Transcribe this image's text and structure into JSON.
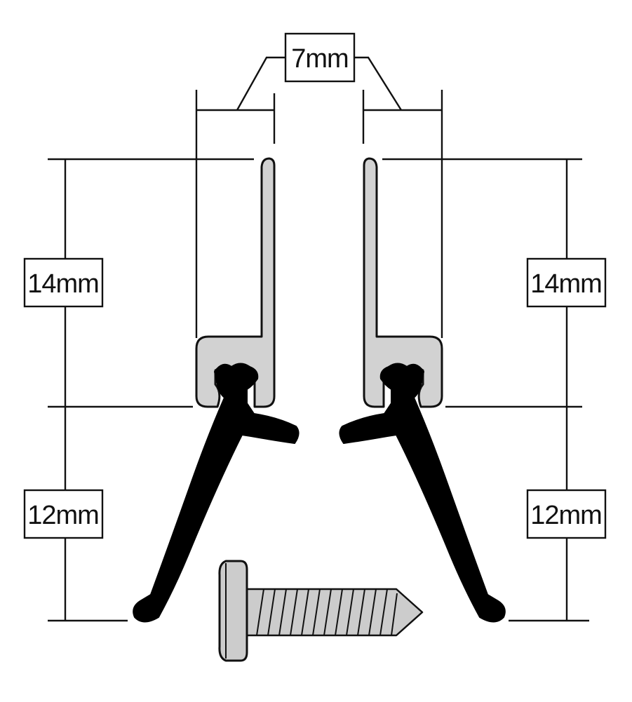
{
  "labels": {
    "top_gap": "7mm",
    "left_upper": "14mm",
    "left_lower": "12mm",
    "right_upper": "14mm",
    "right_lower": "12mm"
  },
  "colors": {
    "profile_fill": "#d2d2d2",
    "seal": "#000000",
    "lines": "#111111"
  },
  "parts": [
    "aluminium-profile-left",
    "aluminium-profile-right",
    "rubber-seal-left",
    "rubber-seal-right",
    "screw"
  ]
}
